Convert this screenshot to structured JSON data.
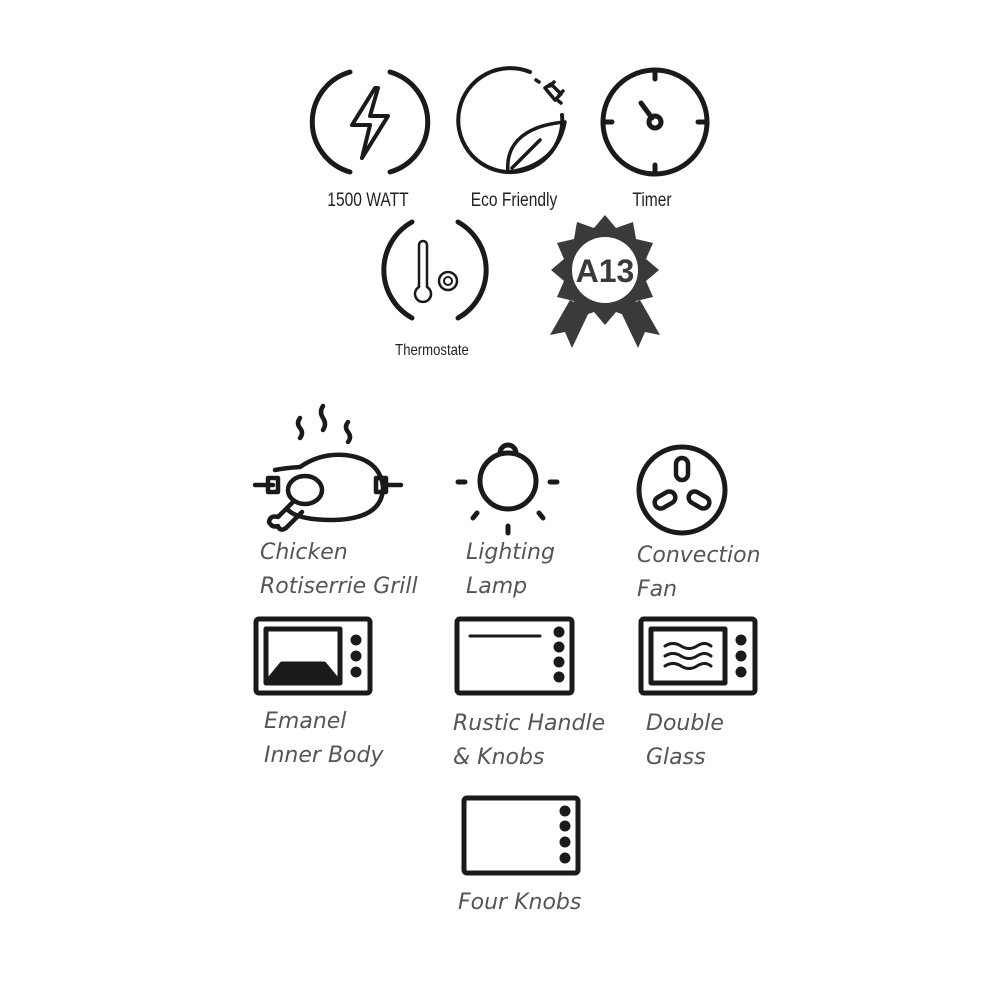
{
  "top_features": [
    {
      "label": "1500 WATT",
      "icon": "lightning-icon"
    },
    {
      "label": "Eco Friendly",
      "icon": "eco-leaf-plug-icon"
    },
    {
      "label": "Timer",
      "icon": "timer-icon"
    },
    {
      "label": "Thermostate",
      "icon": "thermometer-icon"
    },
    {
      "badge": "A13",
      "icon": "award-badge-icon"
    }
  ],
  "bottom_features": [
    {
      "lines": [
        "Chicken",
        "Rotiserrie Grill"
      ],
      "icon": "rotisserie-chicken-icon"
    },
    {
      "lines": [
        "Lighting",
        "Lamp"
      ],
      "icon": "lamp-icon"
    },
    {
      "lines": [
        "Convection",
        "Fan"
      ],
      "icon": "fan-icon"
    },
    {
      "lines": [
        "Emanel",
        "Inner Body"
      ],
      "icon": "oven-enamel-icon"
    },
    {
      "lines": [
        "Rustic Handle",
        "& Knobs"
      ],
      "icon": "oven-handle-icon"
    },
    {
      "lines": [
        "Double",
        "Glass"
      ],
      "icon": "oven-glass-icon"
    },
    {
      "lines": [
        "Four Knobs"
      ],
      "icon": "oven-four-knobs-icon"
    }
  ],
  "colors": {
    "icon": "#1a1a1a",
    "badge": "#3a3a3a",
    "text": "#555555"
  }
}
